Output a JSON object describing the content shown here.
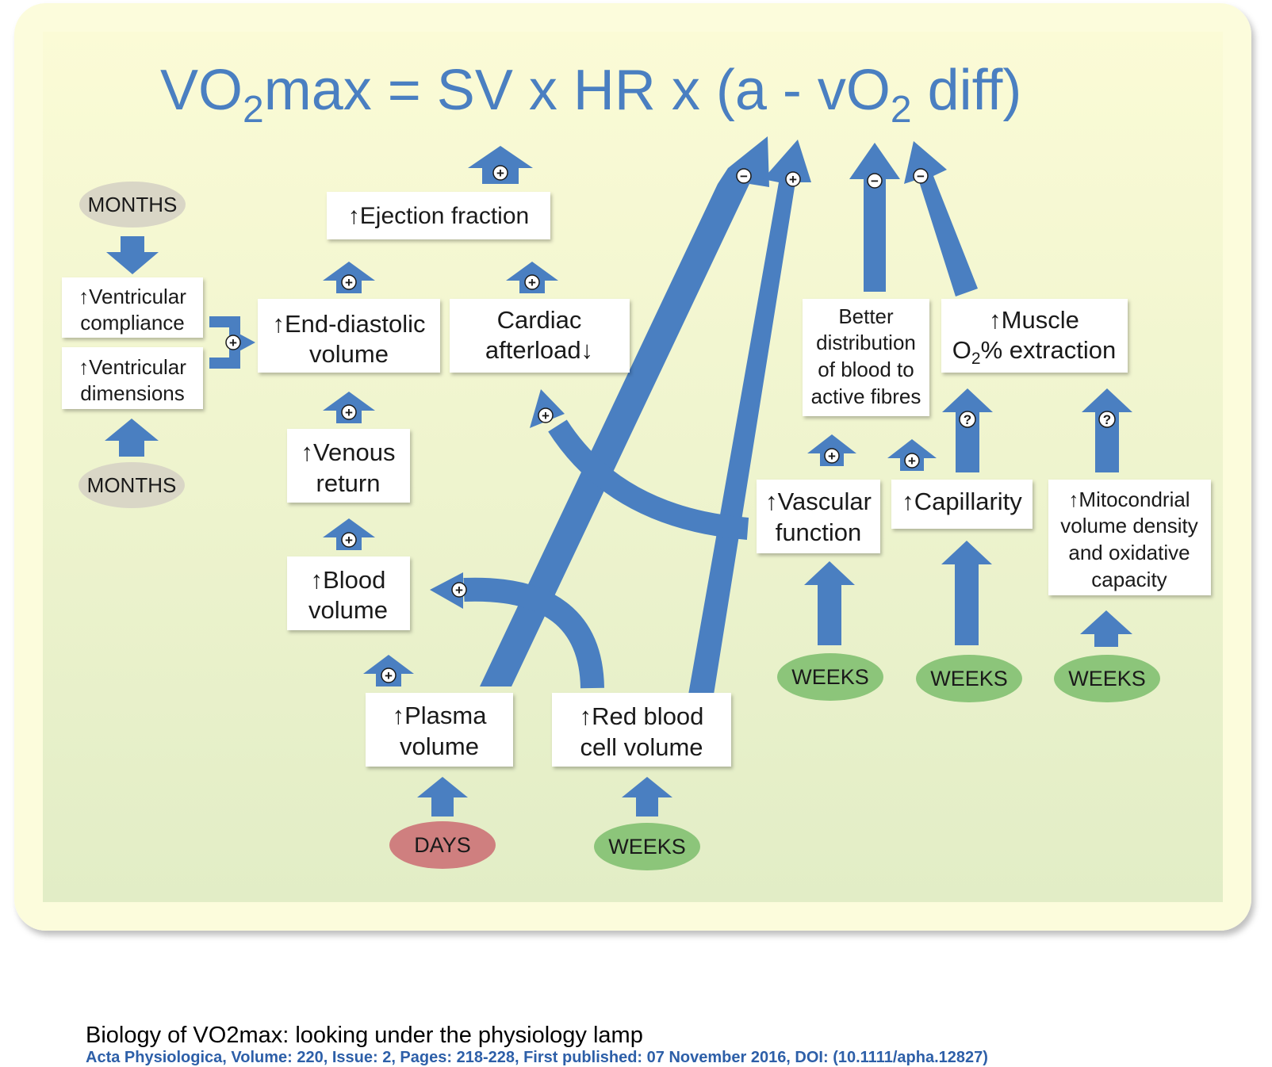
{
  "title": {
    "part1": "VO",
    "sub1": "2",
    "part2": "max = SV x HR x (a - vO",
    "sub2": "2",
    "part3": " diff)"
  },
  "boxes": {
    "ventricular_compliance": [
      "↑Ventricular",
      "compliance"
    ],
    "ventricular_dimensions": [
      "↑Ventricular",
      "dimensions"
    ],
    "ejection_fraction": [
      "↑Ejection fraction"
    ],
    "end_diastolic": [
      "↑End-diastolic",
      "volume"
    ],
    "cardiac_afterload": [
      "Cardiac",
      "afterload↓"
    ],
    "venous_return": [
      "↑Venous",
      "return"
    ],
    "blood_volume": [
      "↑Blood",
      "volume"
    ],
    "plasma_volume": [
      "↑Plasma",
      "volume"
    ],
    "red_blood_cell": [
      "↑Red blood",
      "cell volume"
    ],
    "better_distribution": [
      "Better",
      "distribution",
      "of blood to",
      "active fibres"
    ],
    "muscle_extraction": {
      "line1": "↑Muscle",
      "o": "O",
      "sub": "2",
      "rest": "% extraction"
    },
    "vascular_function": [
      "↑Vascular",
      "function"
    ],
    "capillarity": [
      "↑Capillarity"
    ],
    "mitochondrial": [
      "↑Mitocondrial",
      "volume density",
      "and oxidative",
      "capacity"
    ]
  },
  "timescales": {
    "months_top": "MONTHS",
    "months_bottom": "MONTHS",
    "days": "DAYS",
    "weeks_rbc": "WEEKS",
    "weeks_vascular": "WEEKS",
    "weeks_capillarity": "WEEKS",
    "weeks_mito": "WEEKS"
  },
  "signs": {
    "plus": "+",
    "minus": "−",
    "unknown": "?"
  },
  "colors": {
    "arrow": "#4a7fc1",
    "title": "#4a7fc1",
    "months": "#d9d6c6",
    "weeks": "#8cc57a",
    "days": "#cf7f7f",
    "box": "#ffffff",
    "panel_top": "#fbfbd6",
    "panel_bottom": "#e2edc6"
  },
  "caption": {
    "title": "Biology of VO2max: looking under the physiology lamp",
    "citation": "Acta Physiologica, Volume: 220, Issue: 2, Pages: 218-228, First published: 07 November 2016, DOI: (10.1111/apha.12827)"
  }
}
